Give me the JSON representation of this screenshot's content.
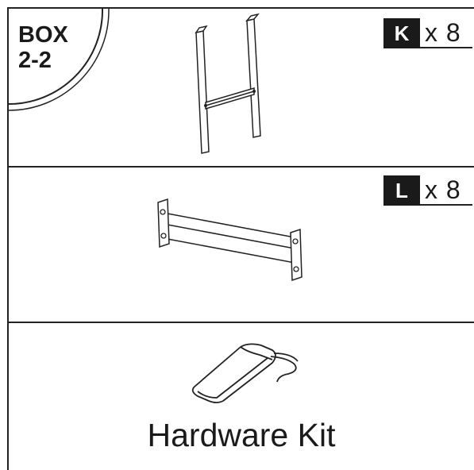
{
  "box_badge": {
    "line1": "BOX",
    "line2": "2-2"
  },
  "parts": [
    {
      "letter": "K",
      "quantity": "x 8"
    },
    {
      "letter": "L",
      "quantity": "x 8"
    }
  ],
  "hardware": {
    "label": "Hardware Kit"
  }
}
